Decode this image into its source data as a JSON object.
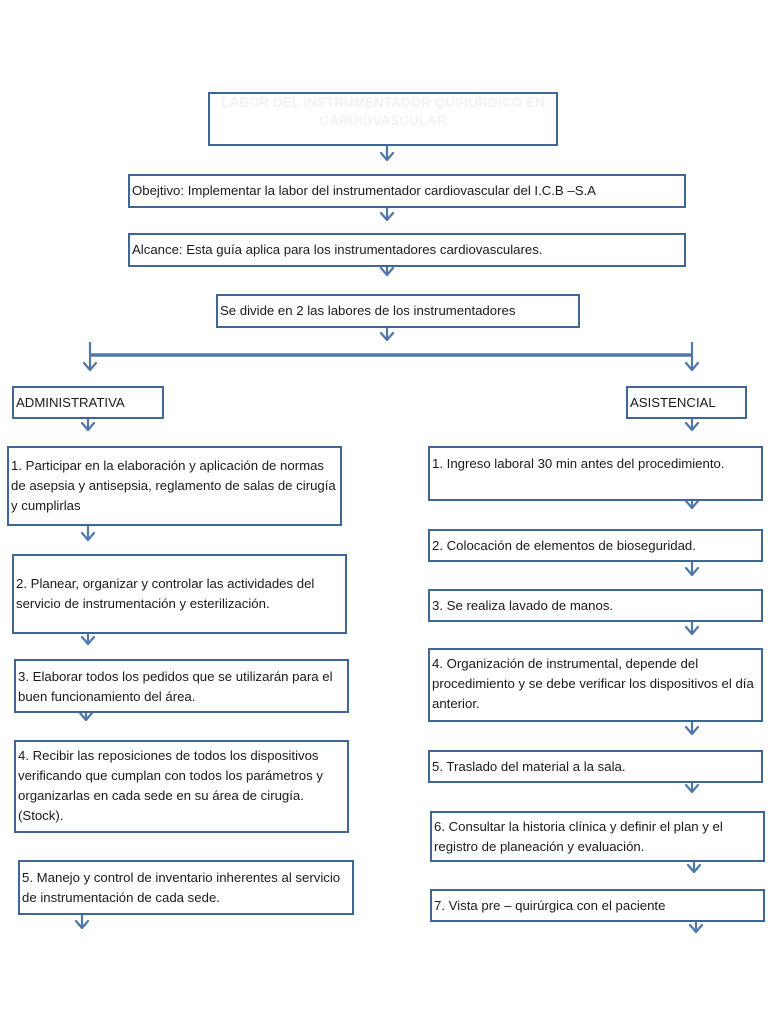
{
  "title": "LABOR DEL INSTRUMENTADOR QUIRÚRGICO EN CARDIOVASCULAR",
  "objetivo": "Obejtivo: Implementar la labor del instrumentador cardiovascular del I.C.B –S.A",
  "alcance": "Alcance: Esta guía aplica para los instrumentadores cardiovasculares.",
  "division": "Se divide en 2 las labores de los instrumentadores",
  "administrativa": {
    "label": "ADMINISTRATIVA",
    "items": [
      "1. Participar en la elaboración y aplicación de normas de asepsia y antisepsia, reglamento de salas de cirugía y cumplirlas",
      "2. Planear, organizar y controlar las actividades del servicio de instrumentación y esterilización.",
      "3. Elaborar todos los pedidos que se utilizarán para el buen funcionamiento del área.",
      "4. Recibir las reposiciones de todos los dispositivos verificando que cumplan con todos los parámetros y organizarlas en cada sede en su área de cirugía. (Stock).",
      "5. Manejo y control de inventario inherentes al servicio de instrumentación de cada sede."
    ]
  },
  "asistencial": {
    "label": "ASISTENCIAL",
    "items": [
      "1. Ingreso laboral 30 min antes del procedimiento.",
      "2. Colocación de elementos de bioseguridad.",
      "3. Se realiza lavado de manos.",
      "4. Organización de instrumental, depende del procedimiento y se debe verificar los dispositivos el día anterior.",
      "5. Traslado del material a la sala.",
      "6. Consultar la historia clínica y definir el plan y el registro de planeación y evaluación.",
      "7. Vista pre – quirúrgica con el paciente"
    ]
  },
  "colors": {
    "border": "#3f6699",
    "arrow": "#4f77a8",
    "title_text": "#f2f2f2"
  }
}
